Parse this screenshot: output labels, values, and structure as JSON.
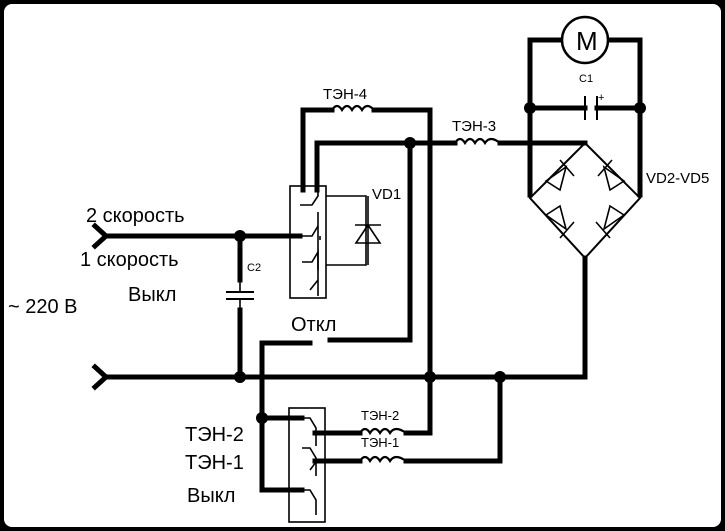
{
  "labels": {
    "speed2": "2 скорость",
    "speed1": "1 скорость",
    "off_left": "Выкл",
    "voltage": "~ 220 В",
    "c2": "C2",
    "vd1": "VD1",
    "ten4": "ТЭН-4",
    "ten3": "ТЭН-3",
    "motor": "M",
    "c1": "C1",
    "plus": "+",
    "bridge": "VD2-VD5",
    "otkl": "Откл",
    "ten2_right": "ТЭН-2",
    "ten1_right": "ТЭН-1",
    "ten2_left": "ТЭН-2",
    "ten1_left": "ТЭН-1",
    "off_bottom": "Выкл"
  }
}
